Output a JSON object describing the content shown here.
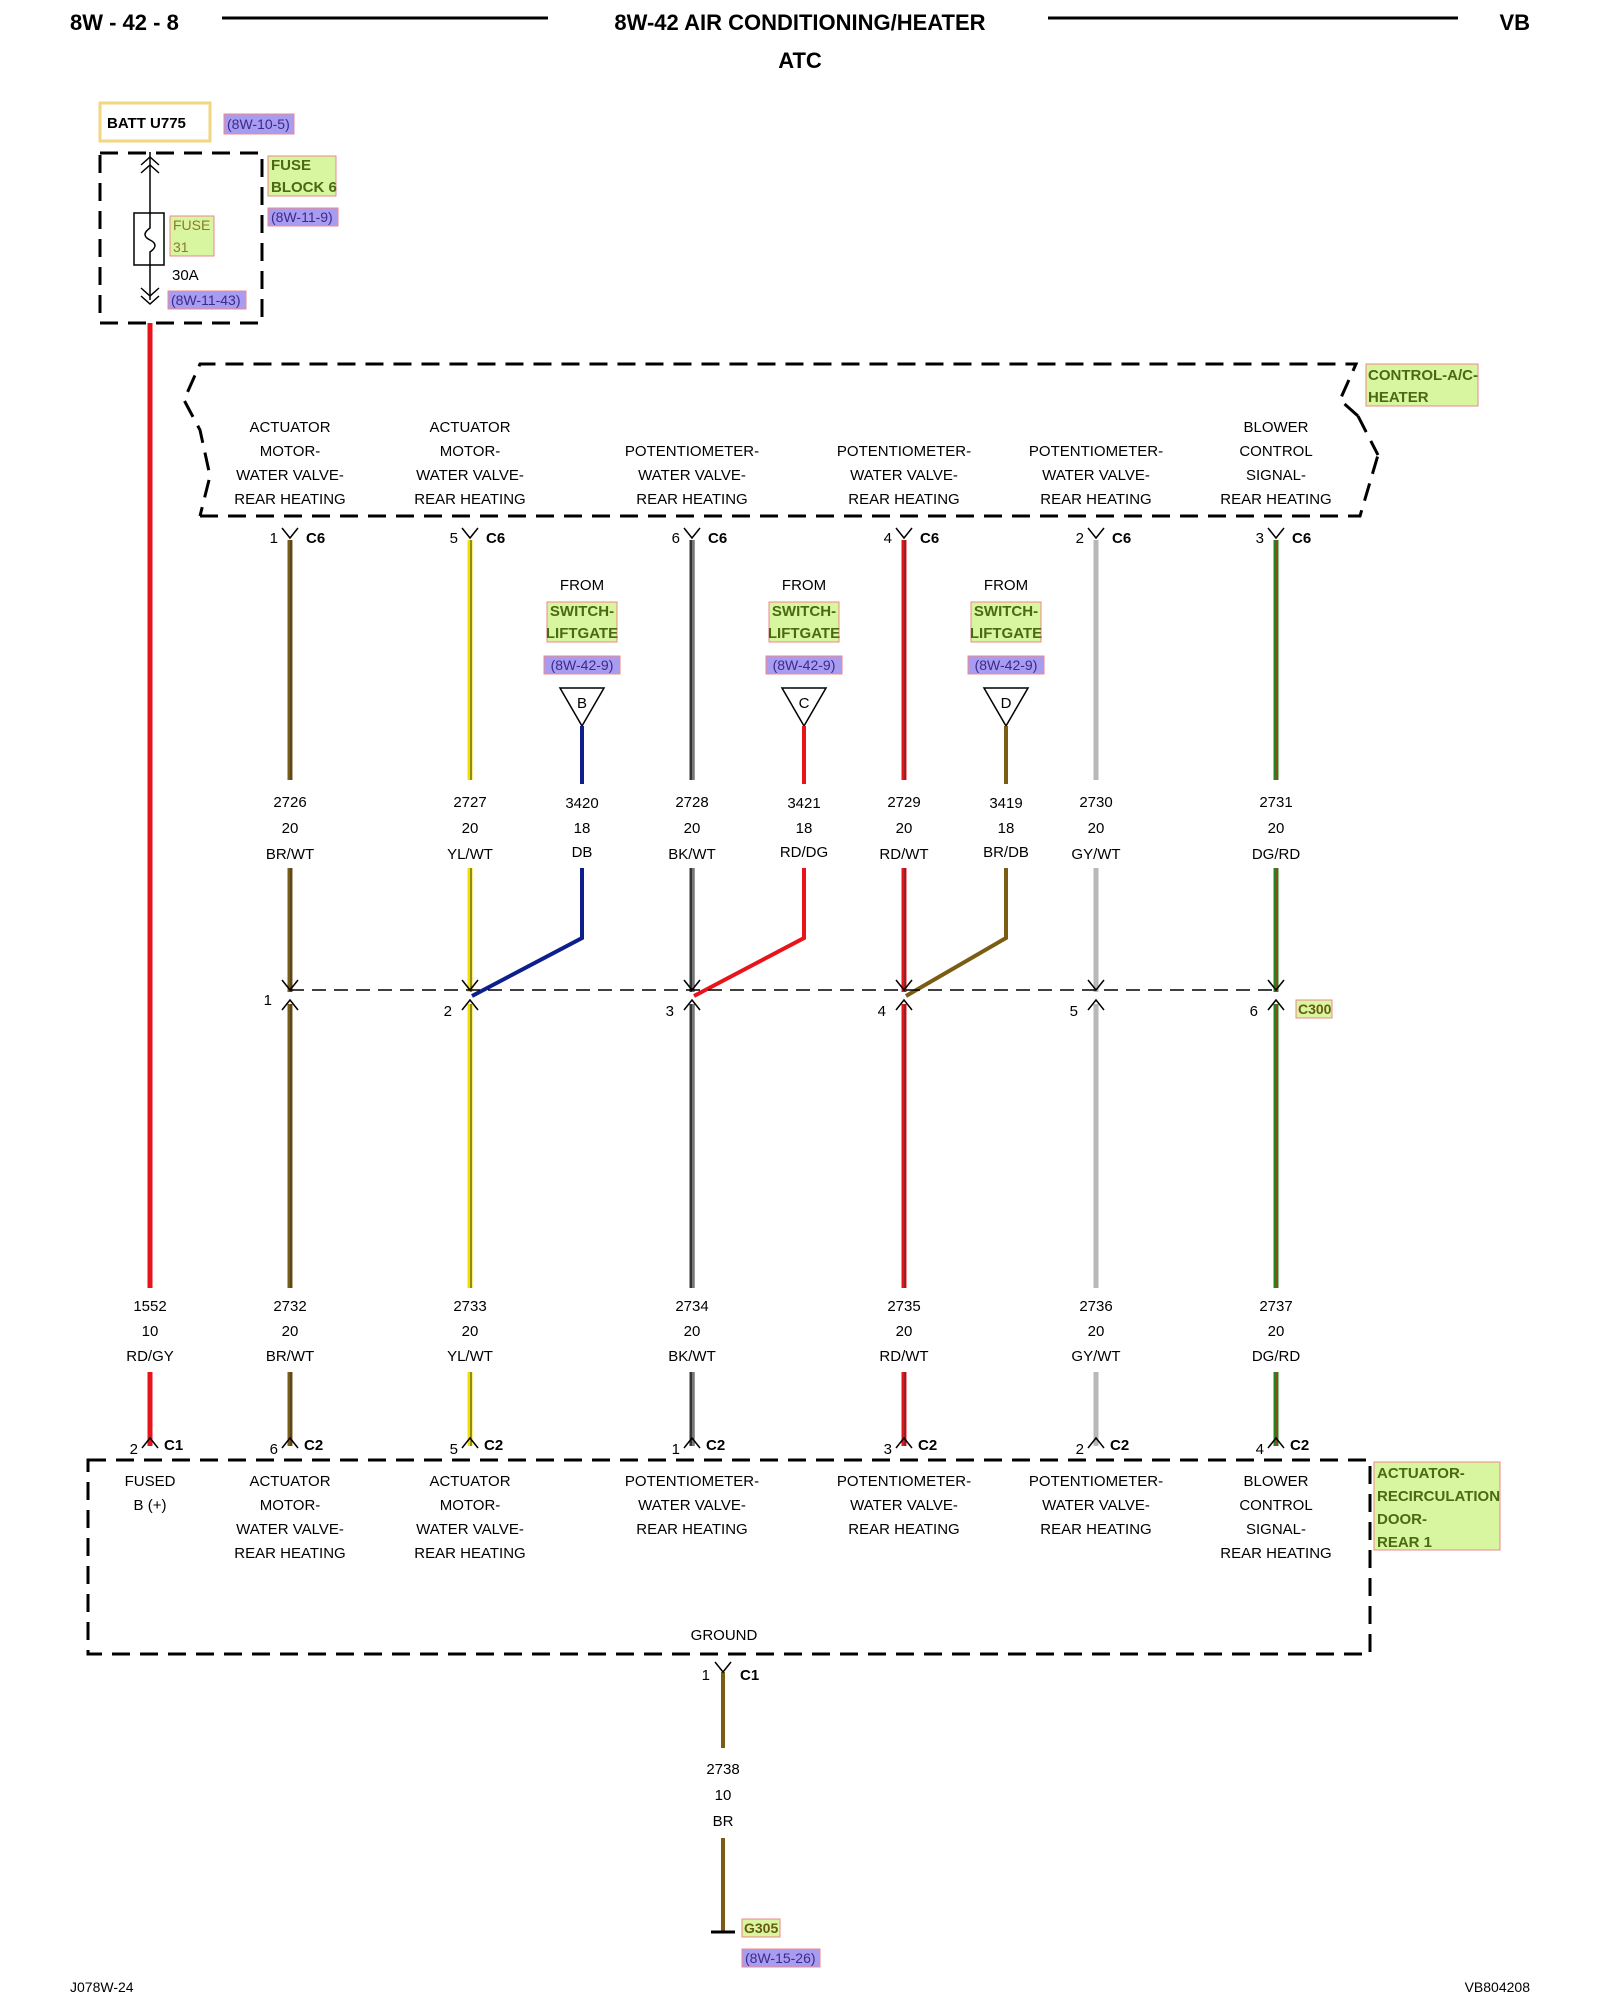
{
  "header": {
    "page_id": "8W - 42 - 8",
    "title": "8W-42 AIR CONDITIONING/HEATER",
    "subtitle": "ATC",
    "variant": "VB"
  },
  "footer": {
    "left_code": "J078W-24",
    "right_code": "VB804208"
  },
  "battery": {
    "label": "BATT U775",
    "ref": "(8W-10-5)"
  },
  "fuse_block": {
    "label_line1": "FUSE",
    "label_line2": "BLOCK 6",
    "ref": "(8W-11-9)",
    "fuse_label_line1": "FUSE",
    "fuse_label_line2": "31",
    "rating": "30A",
    "out_ref": "(8W-11-43)"
  },
  "control_module": {
    "name_line1": "CONTROL-A/C-",
    "name_line2": "HEATER",
    "pins": [
      {
        "lines": [
          "ACTUATOR",
          "MOTOR-",
          "WATER VALVE-",
          "REAR HEATING"
        ],
        "pin": "1",
        "conn": "C6"
      },
      {
        "lines": [
          "ACTUATOR",
          "MOTOR-",
          "WATER VALVE-",
          "REAR HEATING"
        ],
        "pin": "5",
        "conn": "C6"
      },
      {
        "lines": [
          "POTENTIOMETER-",
          "WATER VALVE-",
          "REAR HEATING"
        ],
        "pin": "6",
        "conn": "C6"
      },
      {
        "lines": [
          "POTENTIOMETER-",
          "WATER VALVE-",
          "REAR HEATING"
        ],
        "pin": "4",
        "conn": "C6"
      },
      {
        "lines": [
          "POTENTIOMETER-",
          "WATER VALVE-",
          "REAR HEATING"
        ],
        "pin": "2",
        "conn": "C6"
      },
      {
        "lines": [
          "BLOWER",
          "CONTROL",
          "SIGNAL-",
          "REAR HEATING"
        ],
        "pin": "3",
        "conn": "C6"
      }
    ]
  },
  "upper_wires": [
    {
      "circuit": "2726",
      "gauge": "20",
      "color": "BR/WT"
    },
    {
      "circuit": "2727",
      "gauge": "20",
      "color": "YL/WT"
    },
    {
      "circuit": "2728",
      "gauge": "20",
      "color": "BK/WT"
    },
    {
      "circuit": "2729",
      "gauge": "20",
      "color": "RD/WT"
    },
    {
      "circuit": "2730",
      "gauge": "20",
      "color": "GY/WT"
    },
    {
      "circuit": "2731",
      "gauge": "20",
      "color": "DG/RD"
    }
  ],
  "branches": [
    {
      "from": "FROM",
      "source_line1": "SWITCH-",
      "source_line2": "LIFTGATE",
      "ref": "(8W-42-9)",
      "marker": "B",
      "circuit": "3420",
      "gauge": "18",
      "color": "DB"
    },
    {
      "from": "FROM",
      "source_line1": "SWITCH-",
      "source_line2": "LIFTGATE",
      "ref": "(8W-42-9)",
      "marker": "C",
      "circuit": "3421",
      "gauge": "18",
      "color": "RD/DG"
    },
    {
      "from": "FROM",
      "source_line1": "SWITCH-",
      "source_line2": "LIFTGATE",
      "ref": "(8W-42-9)",
      "marker": "D",
      "circuit": "3419",
      "gauge": "18",
      "color": "BR/DB"
    }
  ],
  "inline_connector": {
    "name": "C300",
    "pins": [
      "1",
      "2",
      "3",
      "4",
      "5",
      "6"
    ]
  },
  "lower_wires": [
    {
      "circuit": "1552",
      "gauge": "10",
      "color": "RD/GY",
      "pin": "2",
      "conn": "C1"
    },
    {
      "circuit": "2732",
      "gauge": "20",
      "color": "BR/WT",
      "pin": "6",
      "conn": "C2"
    },
    {
      "circuit": "2733",
      "gauge": "20",
      "color": "YL/WT",
      "pin": "5",
      "conn": "C2"
    },
    {
      "circuit": "2734",
      "gauge": "20",
      "color": "BK/WT",
      "pin": "1",
      "conn": "C2"
    },
    {
      "circuit": "2735",
      "gauge": "20",
      "color": "RD/WT",
      "pin": "3",
      "conn": "C2"
    },
    {
      "circuit": "2736",
      "gauge": "20",
      "color": "GY/WT",
      "pin": "2",
      "conn": "C2"
    },
    {
      "circuit": "2737",
      "gauge": "20",
      "color": "DG/RD",
      "pin": "4",
      "conn": "C2"
    }
  ],
  "actuator": {
    "name_line1": "ACTUATOR-",
    "name_line2": "RECIRCULATION",
    "name_line3": "DOOR-",
    "name_line4": "REAR 1",
    "pins": [
      {
        "lines": [
          "FUSED",
          "B (+)"
        ]
      },
      {
        "lines": [
          "ACTUATOR",
          "MOTOR-",
          "WATER VALVE-",
          "REAR HEATING"
        ]
      },
      {
        "lines": [
          "ACTUATOR",
          "MOTOR-",
          "WATER VALVE-",
          "REAR HEATING"
        ]
      },
      {
        "lines": [
          "POTENTIOMETER-",
          "WATER VALVE-",
          "REAR HEATING"
        ]
      },
      {
        "lines": [
          "POTENTIOMETER-",
          "WATER VALVE-",
          "REAR HEATING"
        ]
      },
      {
        "lines": [
          "POTENTIOMETER-",
          "WATER VALVE-",
          "REAR HEATING"
        ]
      },
      {
        "lines": [
          "BLOWER",
          "CONTROL",
          "SIGNAL-",
          "REAR HEATING"
        ]
      }
    ],
    "ground_label": "GROUND",
    "ground_pin": "1",
    "ground_conn": "C1"
  },
  "ground_wire": {
    "circuit": "2738",
    "gauge": "10",
    "color": "BR",
    "ground": "G305",
    "ref": "(8W-15-26)"
  },
  "wire_colors": {
    "red": "#e8141c",
    "brown": "#7a5c12",
    "yellow": "#f0e000",
    "black": "#333333",
    "gray": "#b8b8b8",
    "green": "#1e8a1e",
    "blue": "#0d1f8c",
    "label_fill": "#d8f5a0",
    "link_fill": "#a89cf0"
  }
}
